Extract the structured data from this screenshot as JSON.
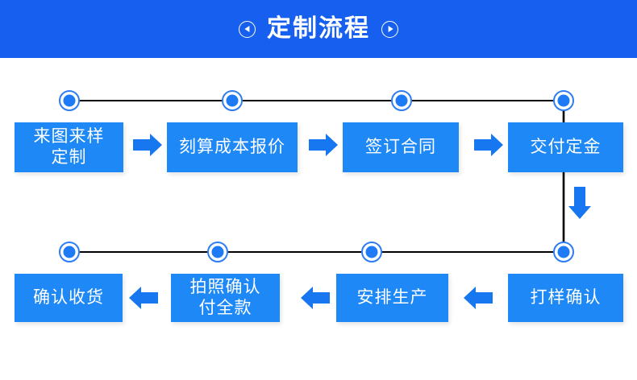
{
  "header": {
    "title": "定制流程",
    "prev_icon": "circled-left-arrow-icon",
    "next_icon": "circled-right-arrow-icon",
    "background_color": "#175fee",
    "text_color": "#ffffff"
  },
  "flow": {
    "box_color": "#1e88f7",
    "connector_color": "#000000",
    "arrow_color": "#1777f0",
    "node_dot_color": "#1e7bf5",
    "rows": [
      {
        "direction": "left-to-right",
        "steps": [
          {
            "index": 1,
            "label": "来图来样\n定制"
          },
          {
            "index": 2,
            "label": "刻算成本报价"
          },
          {
            "index": 3,
            "label": "签订合同"
          },
          {
            "index": 4,
            "label": "交付定金"
          }
        ]
      },
      {
        "direction": "right-to-left",
        "steps": [
          {
            "index": 5,
            "label": "打样确认"
          },
          {
            "index": 6,
            "label": "安排生产"
          },
          {
            "index": 7,
            "label": "拍照确认\n付全款"
          },
          {
            "index": 8,
            "label": "确认收货"
          }
        ]
      }
    ]
  }
}
